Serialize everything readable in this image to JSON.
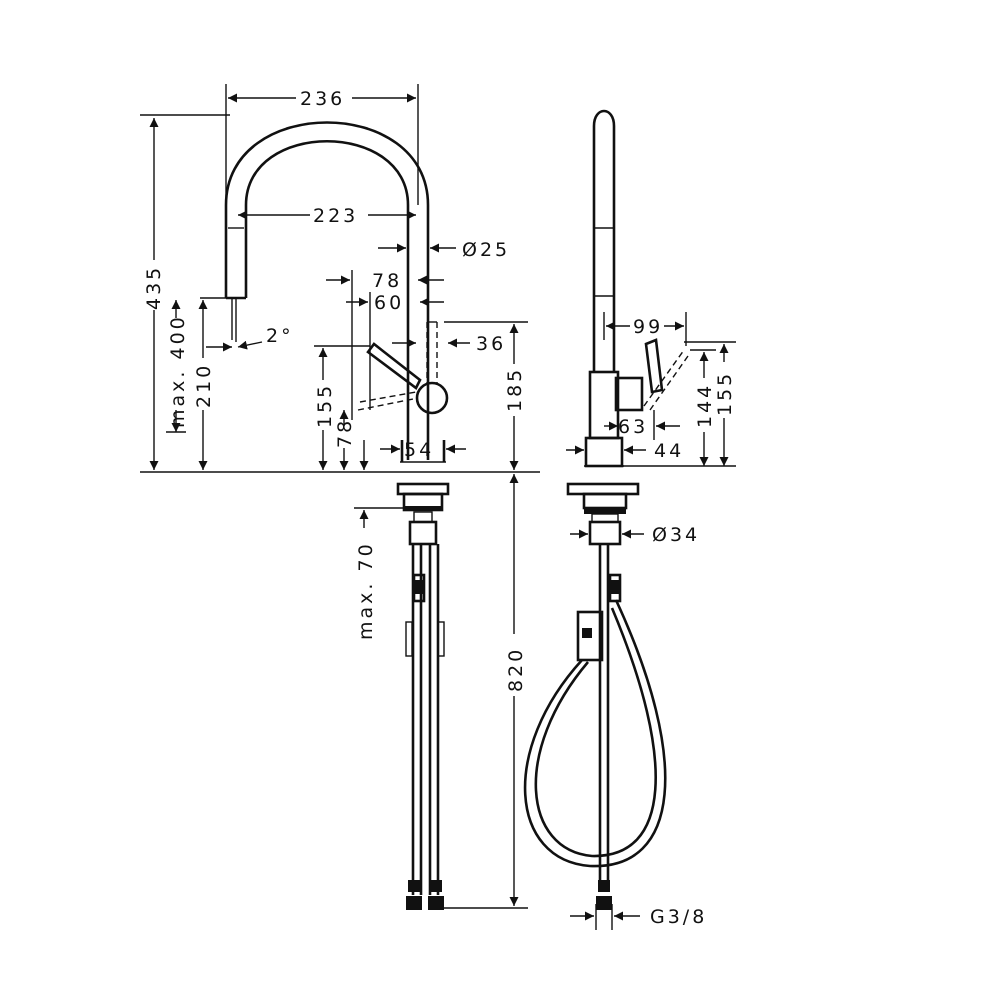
{
  "colors": {
    "line": "#111111",
    "background": "#ffffff"
  },
  "front": {
    "dims": {
      "d236": "236",
      "d223": "223",
      "d25": "Ø25",
      "d78a": "78",
      "d60": "60",
      "d36": "36",
      "d2deg": "2°",
      "d435": "435",
      "dmax400": "max. 400",
      "d210": "210",
      "d155": "155",
      "d78b": "78",
      "d54": "54",
      "d185": "185",
      "dmax70": "max. 70",
      "d820": "820"
    }
  },
  "side": {
    "dims": {
      "d99": "99",
      "d63": "63",
      "d144": "144",
      "d155": "155",
      "d44": "44",
      "d34": "Ø34",
      "dG38": "G3/8"
    }
  }
}
